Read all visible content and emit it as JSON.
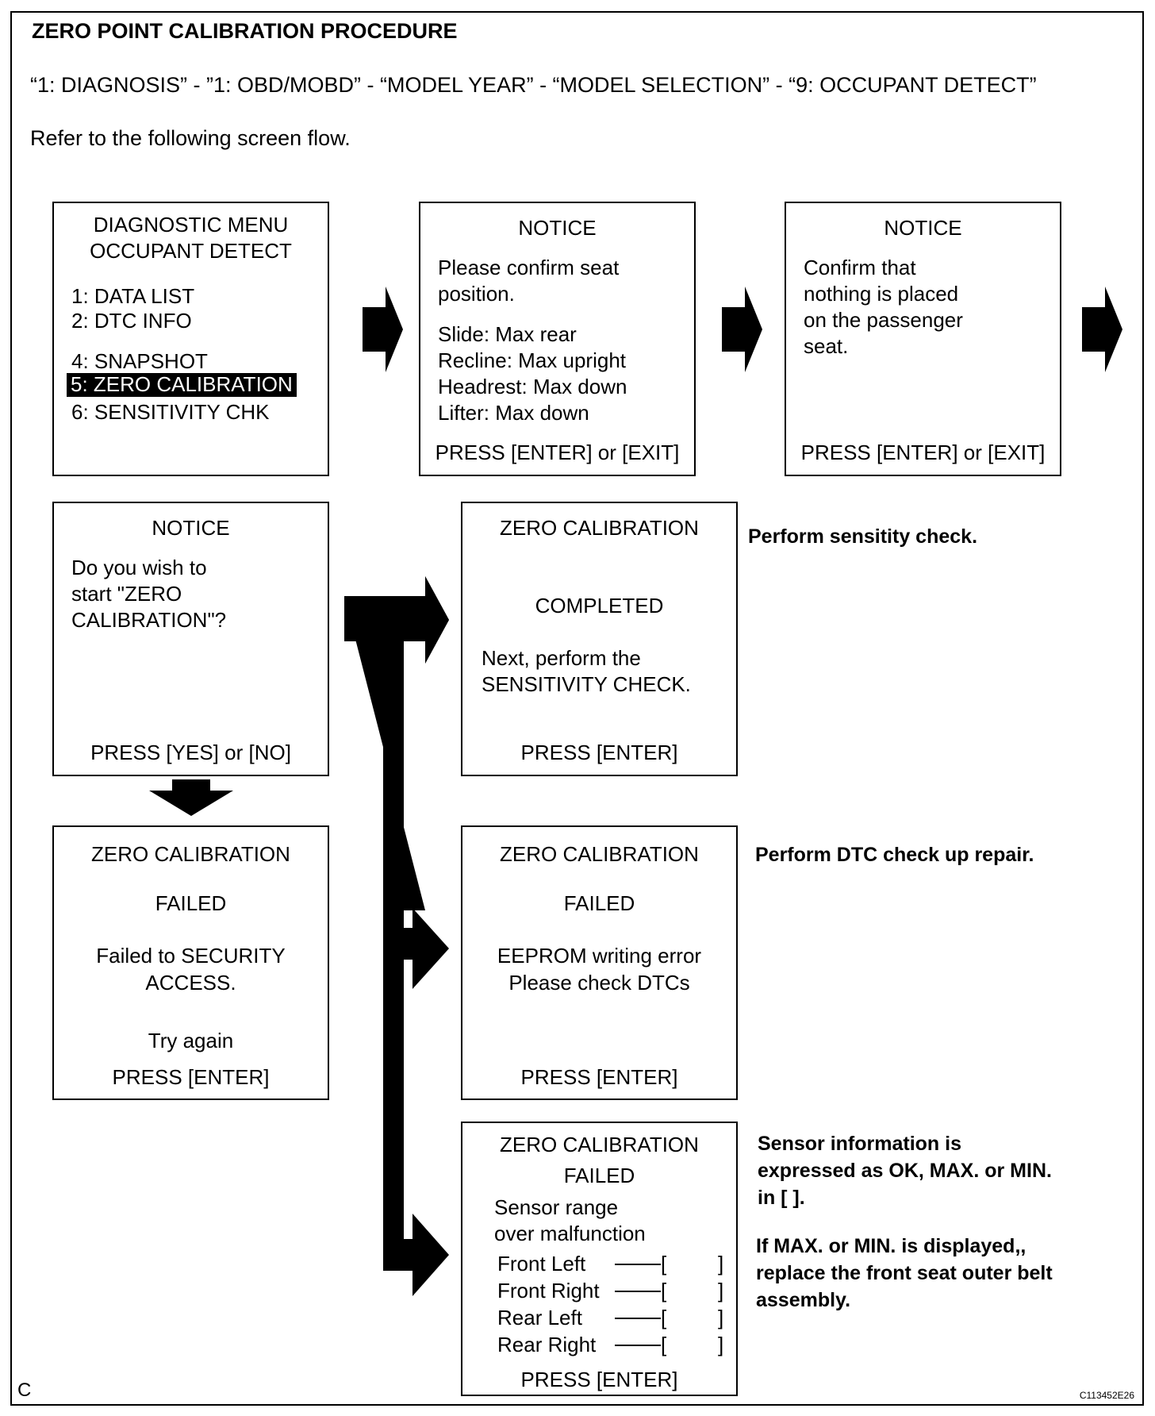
{
  "header": {
    "title": "ZERO POINT CALIBRATION PROCEDURE",
    "path": "“1: DIAGNOSIS” - ”1: OBD/MOBD” - “MODEL YEAR” - “MODEL SELECTION” - “9: OCCUPANT DETECT”",
    "refer": "Refer to the following screen flow."
  },
  "screens": {
    "menu": {
      "title1": "DIAGNOSTIC MENU",
      "title2": "OCCUPANT DETECT",
      "items": [
        "1: DATA LIST",
        "2: DTC INFO",
        "4: SNAPSHOT",
        "5: ZERO CALIBRATION",
        "6: SENSITIVITY CHK"
      ]
    },
    "seat_notice": {
      "title": "NOTICE",
      "lines": [
        "Please confirm seat",
        "position.",
        "Slide: Max rear",
        "Recline: Max upright",
        "Headrest: Max down",
        "Lifter: Max down"
      ],
      "prompt": "PRESS [ENTER] or [EXIT]"
    },
    "empty_notice": {
      "title": "NOTICE",
      "lines": [
        "Confirm that",
        "nothing is placed",
        "on the passenger",
        "seat."
      ],
      "prompt": "PRESS [ENTER] or [EXIT]"
    },
    "start_notice": {
      "title": "NOTICE",
      "lines": [
        "Do you wish to",
        "start  \"ZERO",
        "CALIBRATION\"?"
      ],
      "prompt": "PRESS [YES] or [NO]"
    },
    "completed": {
      "title": "ZERO CALIBRATION",
      "status": "COMPLETED",
      "lines": [
        "Next, perform the",
        "SENSITIVITY CHECK."
      ],
      "prompt": "PRESS [ENTER]"
    },
    "fail_security": {
      "title": "ZERO CALIBRATION",
      "status": "FAILED",
      "lines": [
        "Failed to SECURITY",
        "ACCESS."
      ],
      "retry": "Try again",
      "prompt": "PRESS [ENTER]"
    },
    "fail_eeprom": {
      "title": "ZERO CALIBRATION",
      "status": "FAILED",
      "lines": [
        "EEPROM writing error",
        "Please check DTCs"
      ],
      "prompt": "PRESS [ENTER]"
    },
    "fail_sensor": {
      "title": "ZERO CALIBRATION",
      "status": "FAILED",
      "lines": [
        "Sensor range",
        "over malfunction"
      ],
      "sensors": [
        "Front Left",
        "Front Right",
        "Rear Left",
        "Rear Right"
      ],
      "bracket_open": "[",
      "bracket_close": "]",
      "prompt": "PRESS [ENTER]"
    }
  },
  "notes": {
    "completed": "Perform sensitity check.",
    "eeprom": "Perform DTC check up repair.",
    "sensor_1": "Sensor information is",
    "sensor_2": "expressed as OK, MAX. or MIN.",
    "sensor_3": "in [      ].",
    "sensor_4": "If MAX. or MIN. is displayed,,",
    "sensor_5": "replace the front seat outer belt",
    "sensor_6": "assembly."
  },
  "footer": {
    "left": "C",
    "right": "C113452E26"
  }
}
